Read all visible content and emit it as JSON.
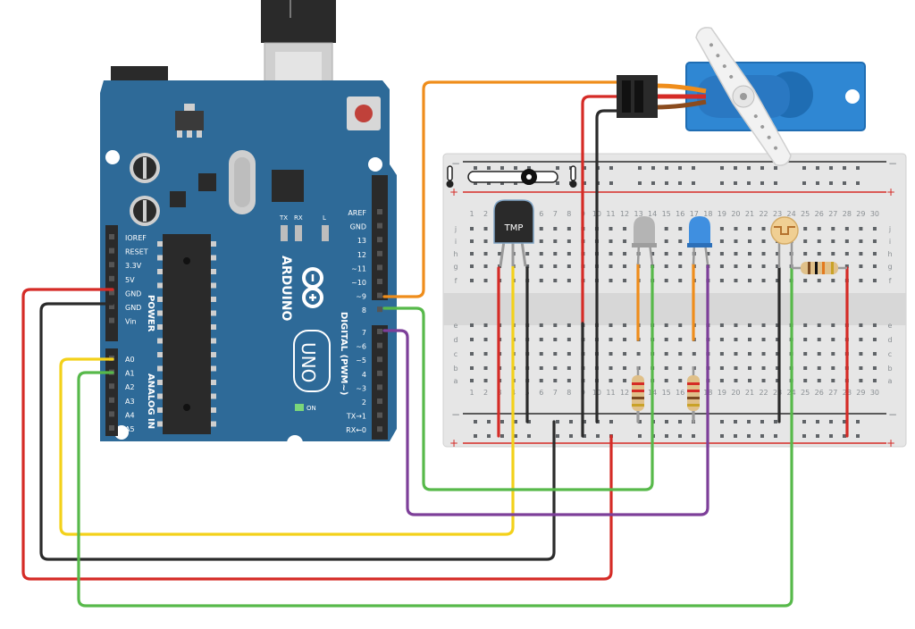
{
  "arduino": {
    "brand": "ARDUINO",
    "model": "UNO",
    "on_label": "ON",
    "power_title": "POWER",
    "analog_title": "ANALOG IN",
    "digital_title": "DIGITAL (PWM~)",
    "led_labels": [
      "TX",
      "RX",
      "L"
    ],
    "power_pins": [
      "IOREF",
      "RESET",
      "3.3V",
      "5V",
      "GND",
      "GND",
      "Vin"
    ],
    "analog_pins": [
      "A0",
      "A1",
      "A2",
      "A3",
      "A4",
      "A5"
    ],
    "digital_upper_pins": [
      "AREF",
      "GND",
      "13",
      "12",
      "~11",
      "~10",
      "~9",
      "8"
    ],
    "digital_lower_pins": [
      "7",
      "~6",
      "~5",
      "4",
      "~3",
      "2",
      "TX→1",
      "RX←0"
    ],
    "board_color": "#2e6a98"
  },
  "sensor": {
    "label": "TMP"
  },
  "breadboard": {
    "column_numbers": [
      "1",
      "2",
      "3",
      "4",
      "5",
      "6",
      "7",
      "8",
      "9",
      "10",
      "11",
      "12",
      "13",
      "14",
      "15",
      "16",
      "17",
      "18",
      "19",
      "20",
      "21",
      "22",
      "23",
      "24",
      "25",
      "26",
      "27",
      "28",
      "29",
      "30"
    ],
    "top_rows": [
      "j",
      "i",
      "h",
      "g",
      "f"
    ],
    "bottom_rows": [
      "e",
      "d",
      "c",
      "b",
      "a"
    ],
    "rail_plus": "+",
    "rail_minus": "−"
  },
  "wire_colors": {
    "red": "#d52b26",
    "black": "#2b2b2b",
    "yellow": "#f3d11a",
    "green": "#57b94a",
    "orange": "#ef8d1b",
    "purple": "#7d3f99"
  }
}
